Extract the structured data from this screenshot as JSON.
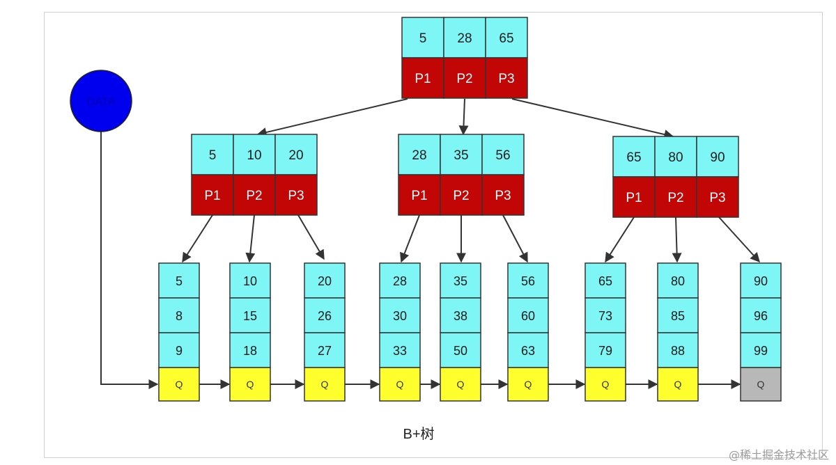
{
  "caption": "B+树",
  "data_node": {
    "label": "DATA",
    "color": "#0000ee"
  },
  "colors": {
    "key_cell": "#7ff6f6",
    "pointer_cell": "#c20606",
    "leaf_link": "#ffff2e",
    "leaf_link_last": "#b8b8b8"
  },
  "root": {
    "keys": [
      "5",
      "28",
      "65"
    ],
    "pointers": [
      "P1",
      "P2",
      "P3"
    ]
  },
  "internal_nodes": [
    {
      "keys": [
        "5",
        "10",
        "20"
      ],
      "pointers": [
        "P1",
        "P2",
        "P3"
      ]
    },
    {
      "keys": [
        "28",
        "35",
        "56"
      ],
      "pointers": [
        "P1",
        "P2",
        "P3"
      ]
    },
    {
      "keys": [
        "65",
        "80",
        "90"
      ],
      "pointers": [
        "P1",
        "P2",
        "P3"
      ]
    }
  ],
  "leaves": [
    {
      "keys": [
        "5",
        "8",
        "9"
      ],
      "link": "Q"
    },
    {
      "keys": [
        "10",
        "15",
        "18"
      ],
      "link": "Q"
    },
    {
      "keys": [
        "20",
        "26",
        "27"
      ],
      "link": "Q"
    },
    {
      "keys": [
        "28",
        "30",
        "33"
      ],
      "link": "Q"
    },
    {
      "keys": [
        "35",
        "38",
        "50"
      ],
      "link": "Q"
    },
    {
      "keys": [
        "56",
        "60",
        "63"
      ],
      "link": "Q"
    },
    {
      "keys": [
        "65",
        "73",
        "79"
      ],
      "link": "Q"
    },
    {
      "keys": [
        "80",
        "85",
        "88"
      ],
      "link": "Q"
    },
    {
      "keys": [
        "90",
        "96",
        "99"
      ],
      "link": "Q"
    }
  ],
  "watermark": "@稀土掘金技术社区"
}
